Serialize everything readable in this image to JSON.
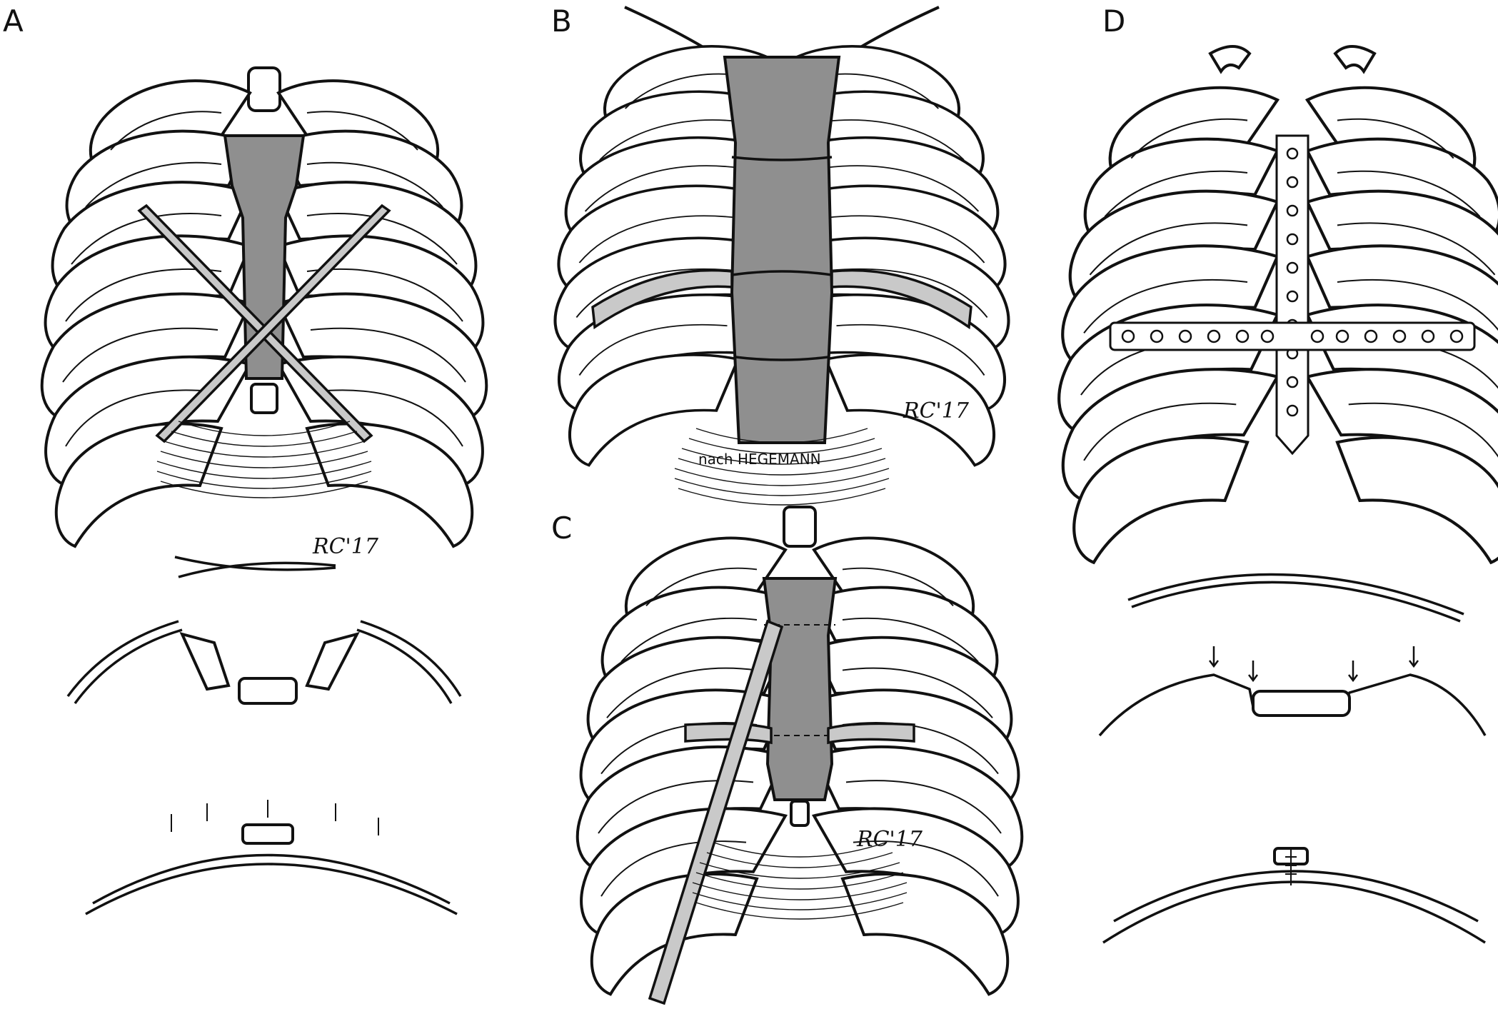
{
  "figure": {
    "panels": [
      {
        "id": "A",
        "label": "A",
        "signature": "RC'17"
      },
      {
        "id": "B",
        "label": "B",
        "signature": "RC'17",
        "credit": "nach HEGEMANN"
      },
      {
        "id": "C",
        "label": "C",
        "signature": "RC'17"
      },
      {
        "id": "D",
        "label": "D"
      }
    ]
  },
  "icons": {
    "A": "ribcage-bars-icon",
    "B": "ribcage-resection-icon",
    "C": "ribcage-strut-icon",
    "D": "ribcage-plate-icon"
  }
}
